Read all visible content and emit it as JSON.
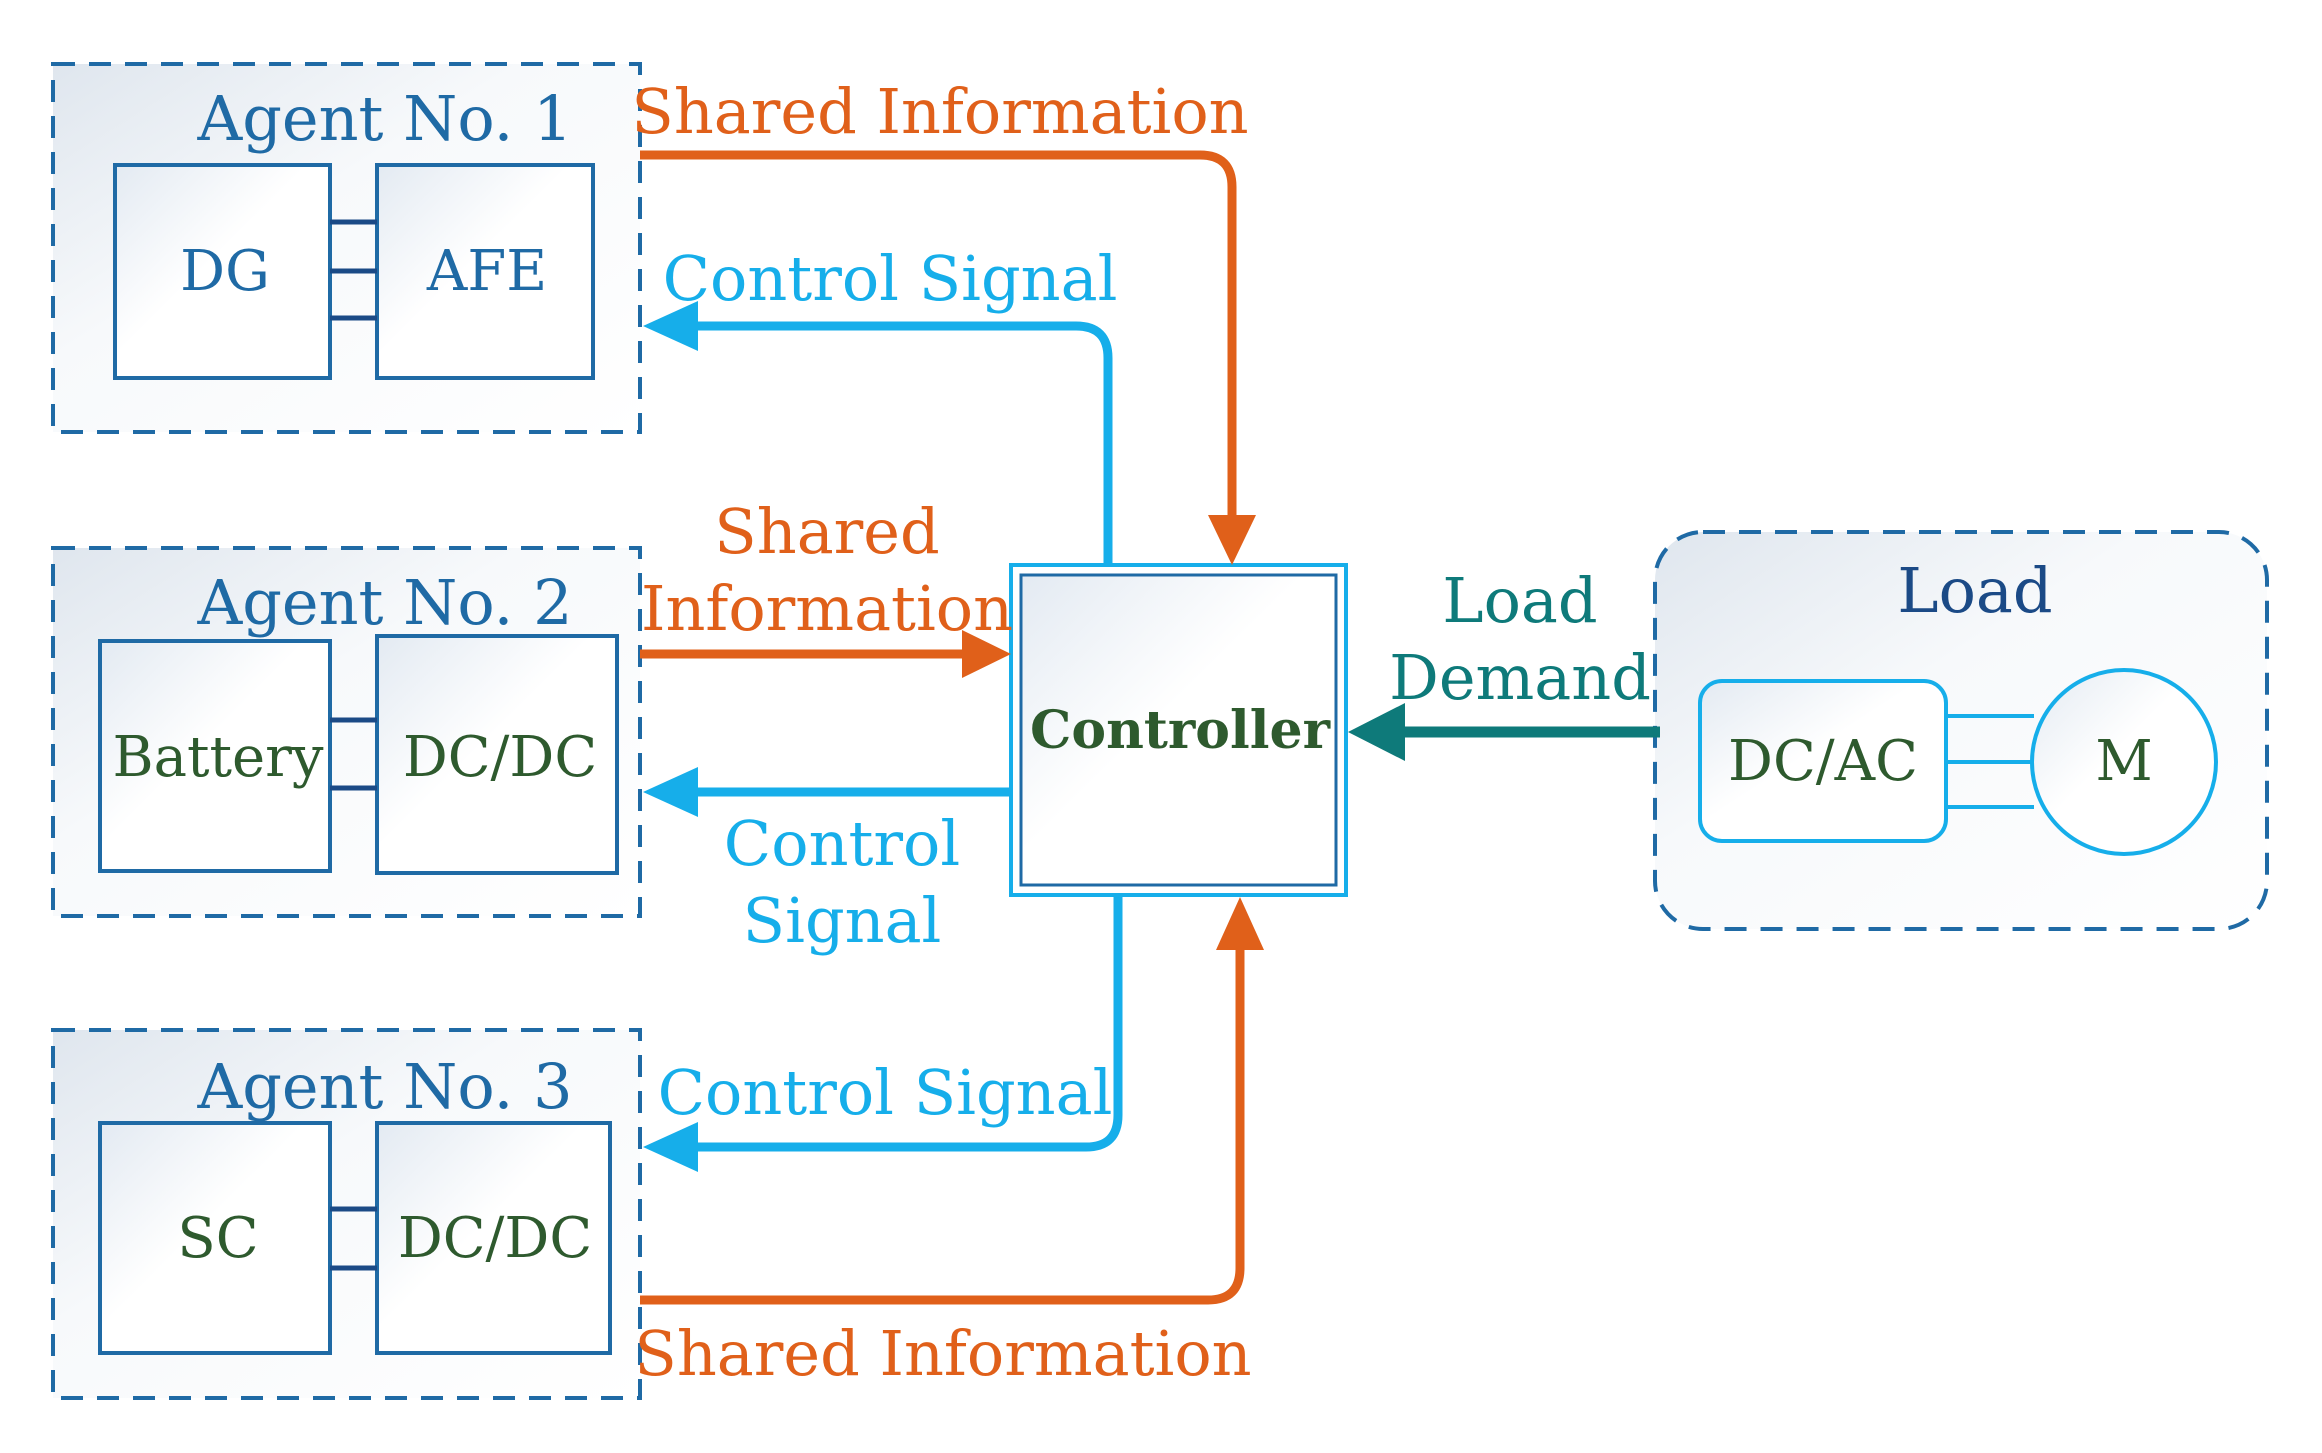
{
  "colors": {
    "orange": "#e0601a",
    "blue": "#16aeea",
    "teal": "#0e7a7a",
    "box_border": "#1f6aa5",
    "dashed_border": "#1f6aa5"
  },
  "agents": [
    {
      "title": "Agent No. 1",
      "left_component": "DG",
      "right_component": "AFE"
    },
    {
      "title": "Agent No. 2",
      "left_component": "Battery",
      "right_component": "DC/DC"
    },
    {
      "title": "Agent No. 3",
      "left_component": "SC",
      "right_component": "DC/DC"
    }
  ],
  "controller": {
    "label": "Controller"
  },
  "load": {
    "title": "Load",
    "converter": "DC/AC",
    "motor": "M",
    "demand_label_line1": "Load",
    "demand_label_line2": "Demand"
  },
  "signals": {
    "shared_info_1": "Shared Information",
    "control_signal_1": "Control Signal",
    "shared_info_2_line1": "Shared",
    "shared_info_2_line2": "Information",
    "control_signal_2_line1": "Control",
    "control_signal_2_line2": "Signal",
    "control_signal_3": "Control Signal",
    "shared_info_3": "Shared Information"
  }
}
